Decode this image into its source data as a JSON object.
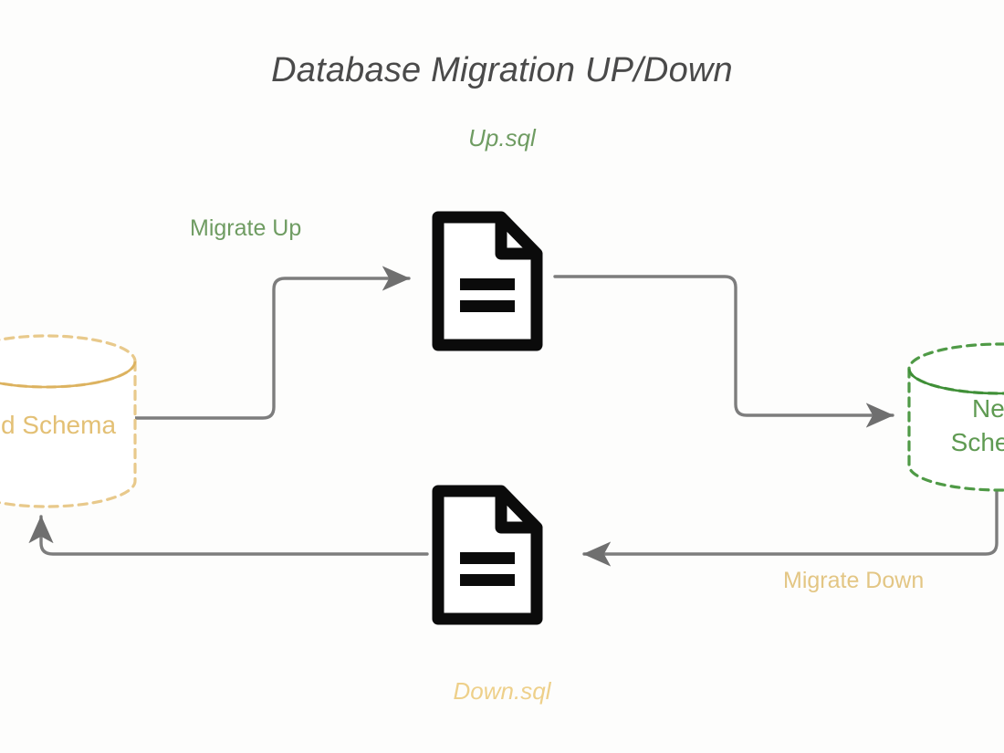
{
  "diagram": {
    "title": "Database Migration UP/Down",
    "background_color": "#fdfdfc",
    "title_color": "#4a4a4a"
  },
  "nodes": {
    "old_schema": {
      "label_line1": "Old",
      "label_line2": "Schema",
      "label_full": "Old Schema",
      "visible_label": "d Schema",
      "shape": "cylinder-database",
      "color": "#e3c075",
      "border_style": "dashed",
      "clipped": "left-edge"
    },
    "new_schema": {
      "label_line1": "New",
      "label_line2": "Schema",
      "label_full": "New Schema",
      "visible_label": "Ne Sche",
      "shape": "cylinder-database",
      "color": "#5f9a52",
      "border_style": "dashed",
      "clipped": "right-edge"
    },
    "up_file": {
      "icon": "document-file-icon",
      "caption": "Up.sql",
      "caption_color": "#6f9c62"
    },
    "down_file": {
      "icon": "document-file-icon",
      "caption": "Down.sql",
      "caption_color": "#eed08a"
    }
  },
  "edges": {
    "migrate_up": {
      "label": "Migrate Up",
      "color": "#6f9c62",
      "line_color": "#7d7d7d",
      "from": "old_schema",
      "to": "new_schema",
      "via": "up_file"
    },
    "migrate_down": {
      "label": "Migrate Down",
      "color": "#e3c684",
      "line_color": "#7d7d7d",
      "from": "new_schema",
      "to": "old_schema",
      "via": "down_file"
    }
  }
}
